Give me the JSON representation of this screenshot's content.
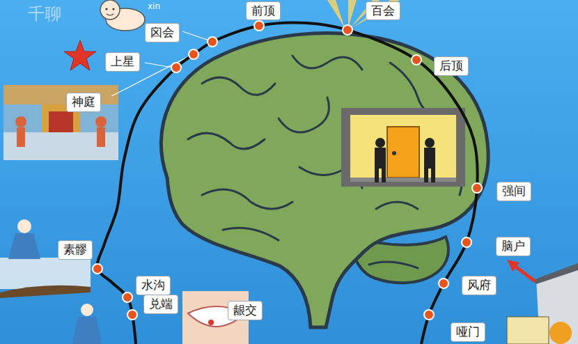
{
  "diagram": {
    "nodes": [
      {
        "text": [
          "前顶"
        ]
      },
      {
        "text": [
          "百会"
        ]
      },
      {
        "text": [
          "囟会"
        ]
      },
      {
        "text": [
          "上星"
        ]
      },
      {
        "text": [
          "后顶"
        ]
      },
      {
        "text": [
          "神庭"
        ]
      },
      {
        "text": [
          "强间"
        ]
      },
      {
        "text": [
          "脑户"
        ]
      },
      {
        "text": [
          "素髎"
        ]
      },
      {
        "text": [
          "风府"
        ]
      },
      {
        "text": [
          "水沟"
        ]
      },
      {
        "text": [
          "兑端"
        ]
      },
      {
        "text": [
          "龈交"
        ]
      },
      {
        "text": [
          "哑门"
        ]
      }
    ],
    "labels": [
      "xin",
      "千聊"
    ]
  }
}
